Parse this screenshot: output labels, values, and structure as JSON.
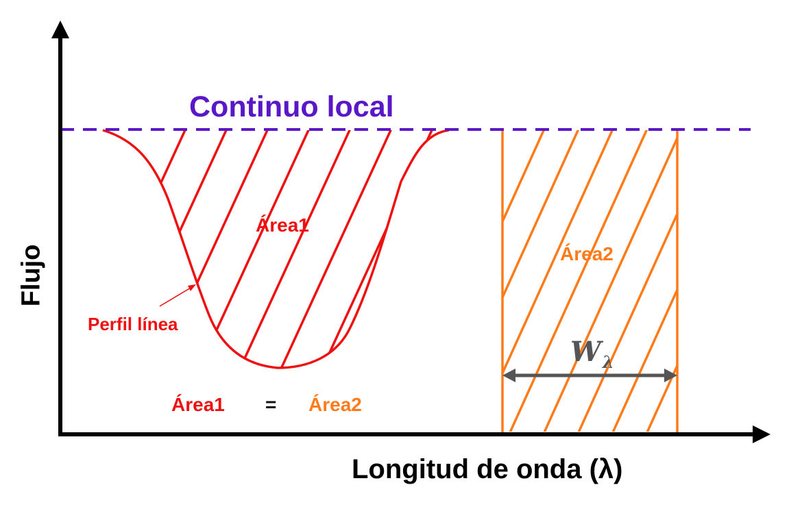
{
  "labels": {
    "continuum": "Continuo local",
    "area1": "Área1",
    "area2": "Área2",
    "line_profile": "Perfil línea",
    "equation_left": "Área1",
    "equation_sign": "=",
    "equation_right": "Área2",
    "x_axis": "Longitud de onda (λ)",
    "y_axis": "Flujo",
    "width_symbol": "W",
    "width_subscript": "λ"
  },
  "colors": {
    "continuum": "#5a17c8",
    "profile": "#ee1111",
    "equivalent_width": "#ff7b1a",
    "axes": "#000000",
    "width_arrow": "#555555"
  },
  "icons": {
    "axis_arrowhead": "arrowhead",
    "width_arrow": "double-headed-arrow"
  }
}
